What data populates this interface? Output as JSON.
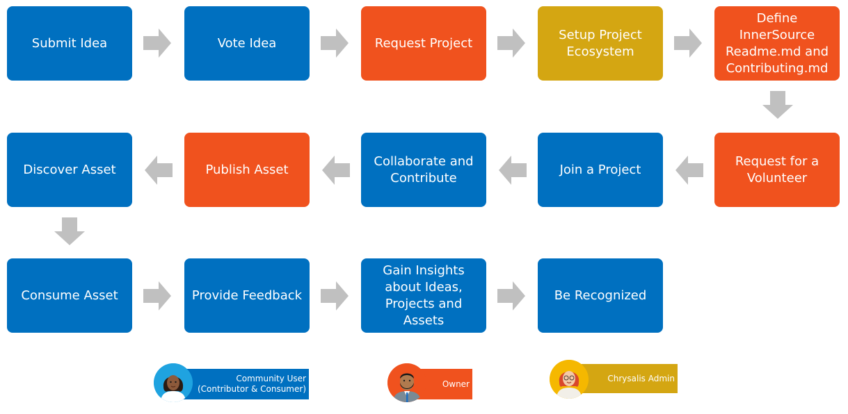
{
  "steps": {
    "submit_idea": "Submit Idea",
    "vote_idea": "Vote Idea",
    "request_project": "Request Project",
    "setup_ecosystem": "Setup Project Ecosystem",
    "define_readme": "Define InnerSource Readme.md and Contributing.md",
    "request_volunteer": "Request for a Volunteer",
    "join_project": "Join a Project",
    "collaborate": "Collaborate and Contribute",
    "publish_asset": "Publish Asset",
    "discover_asset": "Discover Asset",
    "consume_asset": "Consume Asset",
    "provide_feedback": "Provide Feedback",
    "gain_insights": "Gain Insights about Ideas, Projects and Assets",
    "be_recognized": "Be Recognized"
  },
  "legend": {
    "community_user": "Community User",
    "community_user_sub": "(Contributor & Consumer)",
    "owner": "Owner",
    "admin": "Chrysalis Admin"
  },
  "colors": {
    "community_user": "#0070c0",
    "owner": "#f0521e",
    "admin": "#d4a612",
    "arrow": "#c0c0c0"
  }
}
